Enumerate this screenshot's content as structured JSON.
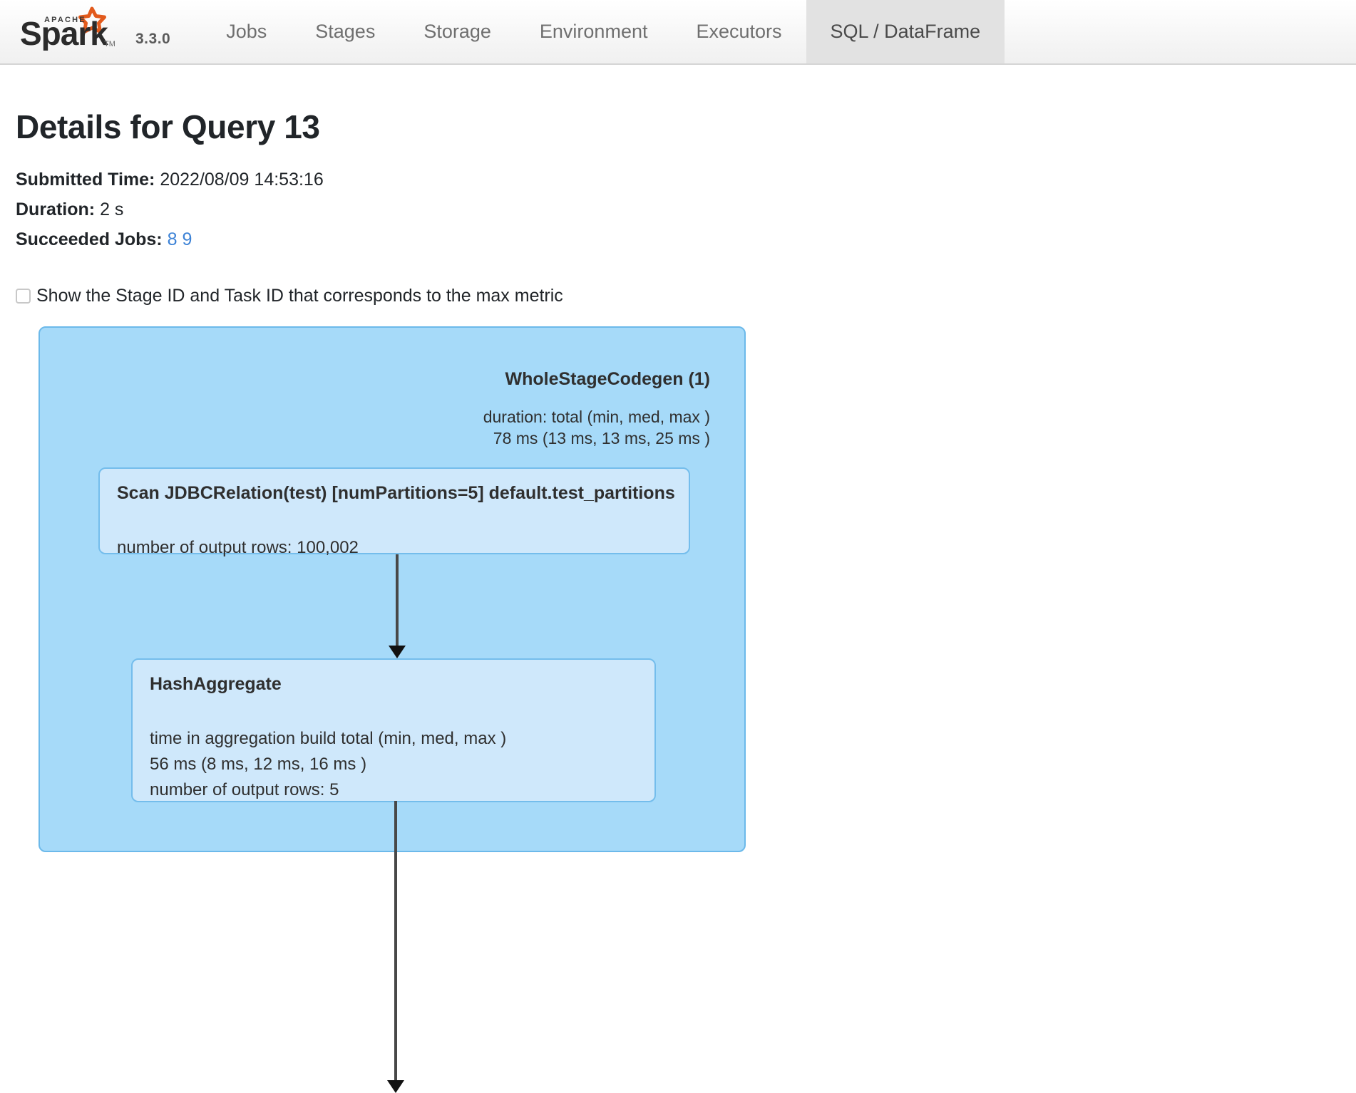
{
  "navbar": {
    "brand": {
      "apache_text": "APACHE",
      "product_text": "Spark",
      "version": "3.3.0"
    },
    "tabs": [
      {
        "label": "Jobs",
        "active": false
      },
      {
        "label": "Stages",
        "active": false
      },
      {
        "label": "Storage",
        "active": false
      },
      {
        "label": "Environment",
        "active": false
      },
      {
        "label": "Executors",
        "active": false
      },
      {
        "label": "SQL / DataFrame",
        "active": true
      }
    ]
  },
  "page": {
    "title": "Details for Query 13",
    "submitted_time_label": "Submitted Time:",
    "submitted_time_value": "2022/08/09 14:53:16",
    "duration_label": "Duration:",
    "duration_value": "2 s",
    "succeeded_jobs_label": "Succeeded Jobs:",
    "succeeded_jobs": [
      "8",
      "9"
    ],
    "checkbox_label": "Show the Stage ID and Task ID that corresponds to the max metric",
    "checkbox_checked": false
  },
  "plan_graph": {
    "cluster": {
      "title": "WholeStageCodegen (1)",
      "metrics": "duration: total (min, med, max )\n78 ms (13 ms, 13 ms, 25 ms )"
    },
    "nodes": [
      {
        "title": "Scan JDBCRelation(test) [numPartitions=5] default.test_partitions",
        "metrics": "number of output rows: 100,002"
      },
      {
        "title": "HashAggregate",
        "metrics": "time in aggregation build total (min, med, max )\n56 ms (8 ms, 12 ms, 16 ms )\nnumber of output rows: 5"
      }
    ]
  },
  "colors": {
    "cluster_fill": "#a6daf9",
    "cluster_border": "#6cb9ea",
    "node_fill": "#cfe8fb",
    "node_border": "#74bdec",
    "link_blue": "#3c82d6",
    "active_tab_bg": "#e2e2e2",
    "edge_color": "#484848",
    "logo_orange": "#e25a1c"
  }
}
